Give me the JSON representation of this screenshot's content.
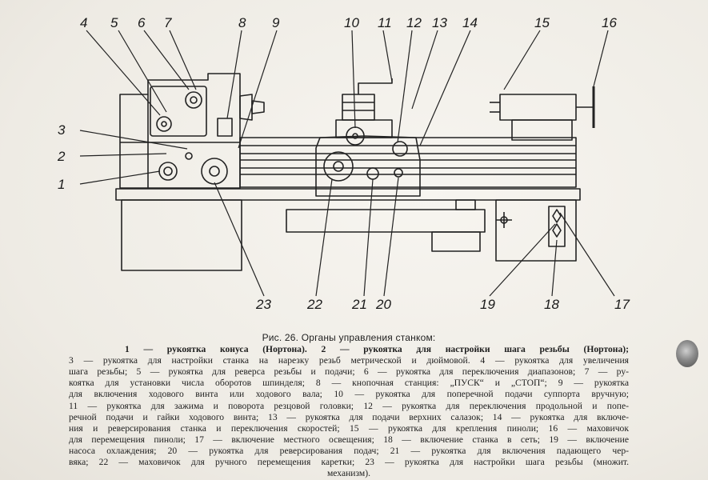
{
  "figure": {
    "callouts": [
      "1",
      "2",
      "3",
      "4",
      "5",
      "6",
      "7",
      "8",
      "9",
      "10",
      "11",
      "12",
      "13",
      "14",
      "15",
      "16",
      "17",
      "18",
      "19",
      "20",
      "21",
      "22",
      "23"
    ]
  },
  "caption": {
    "title": "Рис. 26. Органы управления станком:",
    "lines": [
      "1 — рукоятка конуса (Нортона). 2 — рукоятка для настройки шага резьбы (Нортона);",
      "3 — рукоятка для настройки станка на нарезку резьб метрической и дюймовой. 4 — рукоятка для увеличения",
      "шага резьбы; 5 — рукоятка для реверса резьбы и подачи; 6 — рукоятка для переключения диапазонов; 7 — ру-",
      "коятка для установки числа оборотов шпинделя; 8 — кнопочная станция: „ПУСК“ и „СТОП“; 9 — рукоятка",
      "для включения ходового винта или ходового вала; 10 — рукоятка для поперечной подачи суппорта вручную;",
      "11 — рукоятка для зажима и поворота резцовой головки; 12 — рукоятка для переключения продольной и попе-",
      "речной подачи и гайки ходового винта; 13 — рукоятка для подачи верхних салазок; 14 — рукоятка для включе-",
      "ния и реверсирования станка и переключения скоростей; 15 — рукоятка для крепления пиноли; 16 — маховичок",
      "для перемещения пиноли; 17 — включение местного освещения; 18 — включение станка в сеть; 19 — включение",
      "насоса охлаждения; 20 — рукоятка для реверсирования подач; 21 — рукоятка для включения падающего чер-",
      "вяка; 22 — маховичок для ручного перемещения каретки; 23 — рукоятка для настройки шага резьбы (множит.",
      "механизм)."
    ]
  }
}
